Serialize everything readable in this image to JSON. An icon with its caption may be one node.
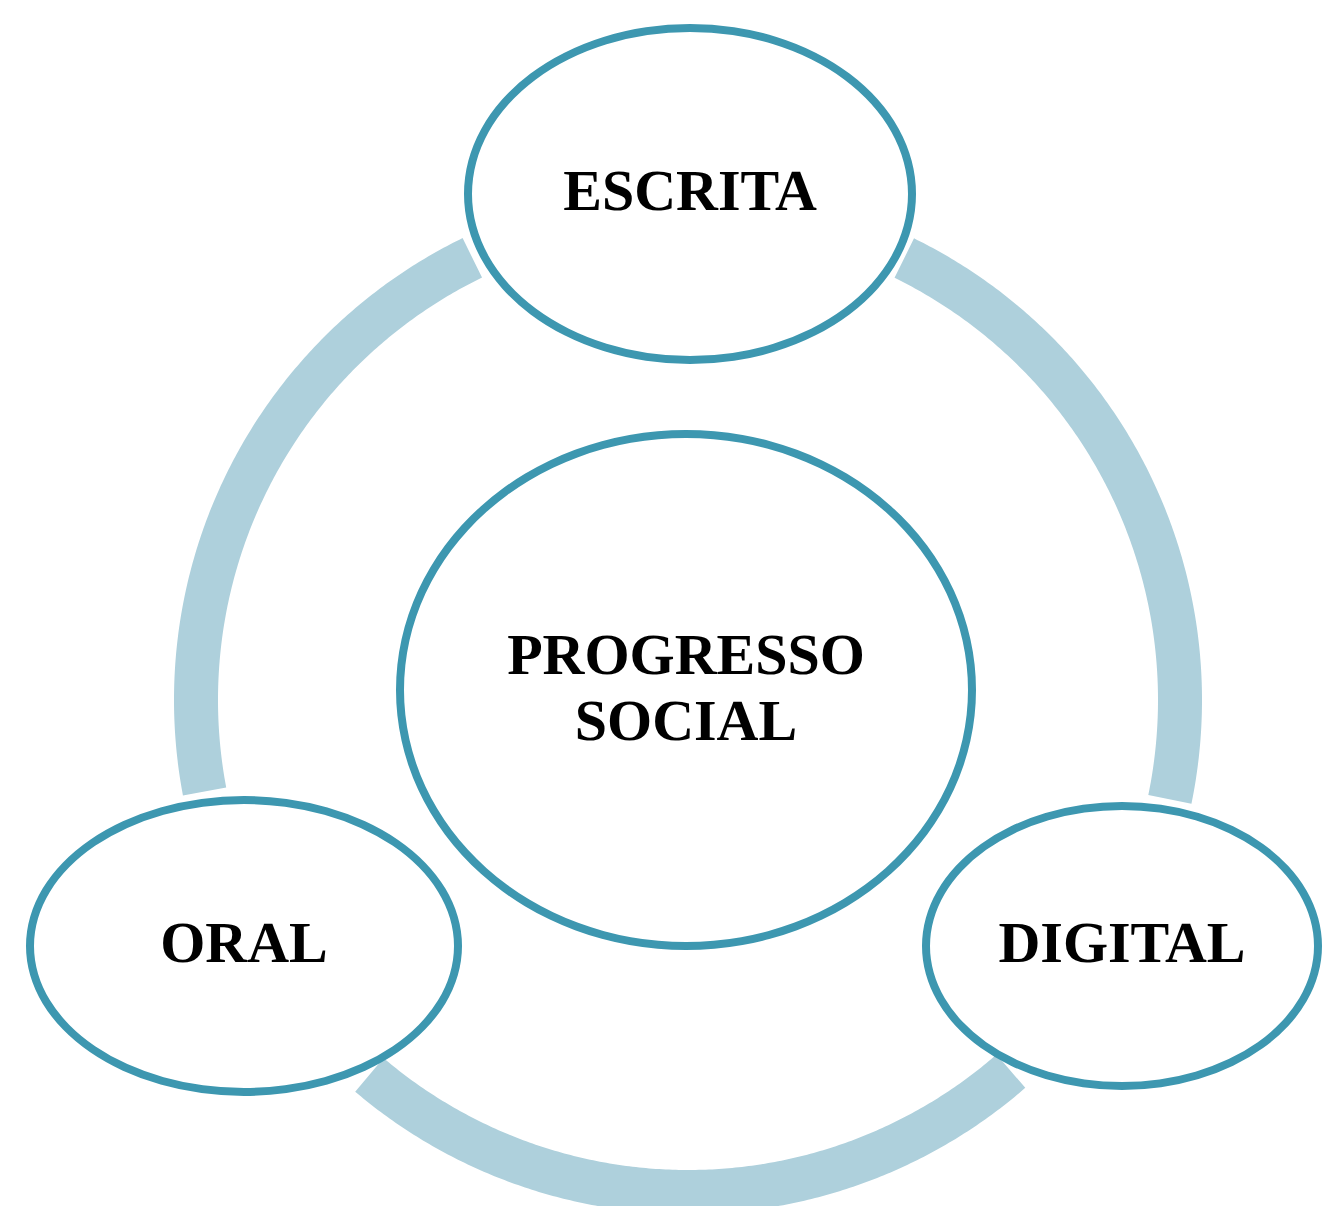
{
  "diagram": {
    "nodes": [
      {
        "text": [
          "ESCRITA"
        ]
      },
      {
        "text": [
          "PROGRESSO SOCIAL"
        ]
      },
      {
        "text": [
          "ORAL"
        ]
      },
      {
        "text": [
          "DIGITAL"
        ]
      }
    ],
    "edges": [
      {
        "from": 0,
        "to": 3,
        "arrow": "none"
      },
      {
        "from": 3,
        "to": 2,
        "arrow": "none"
      },
      {
        "from": 2,
        "to": 0,
        "arrow": "none"
      }
    ]
  }
}
